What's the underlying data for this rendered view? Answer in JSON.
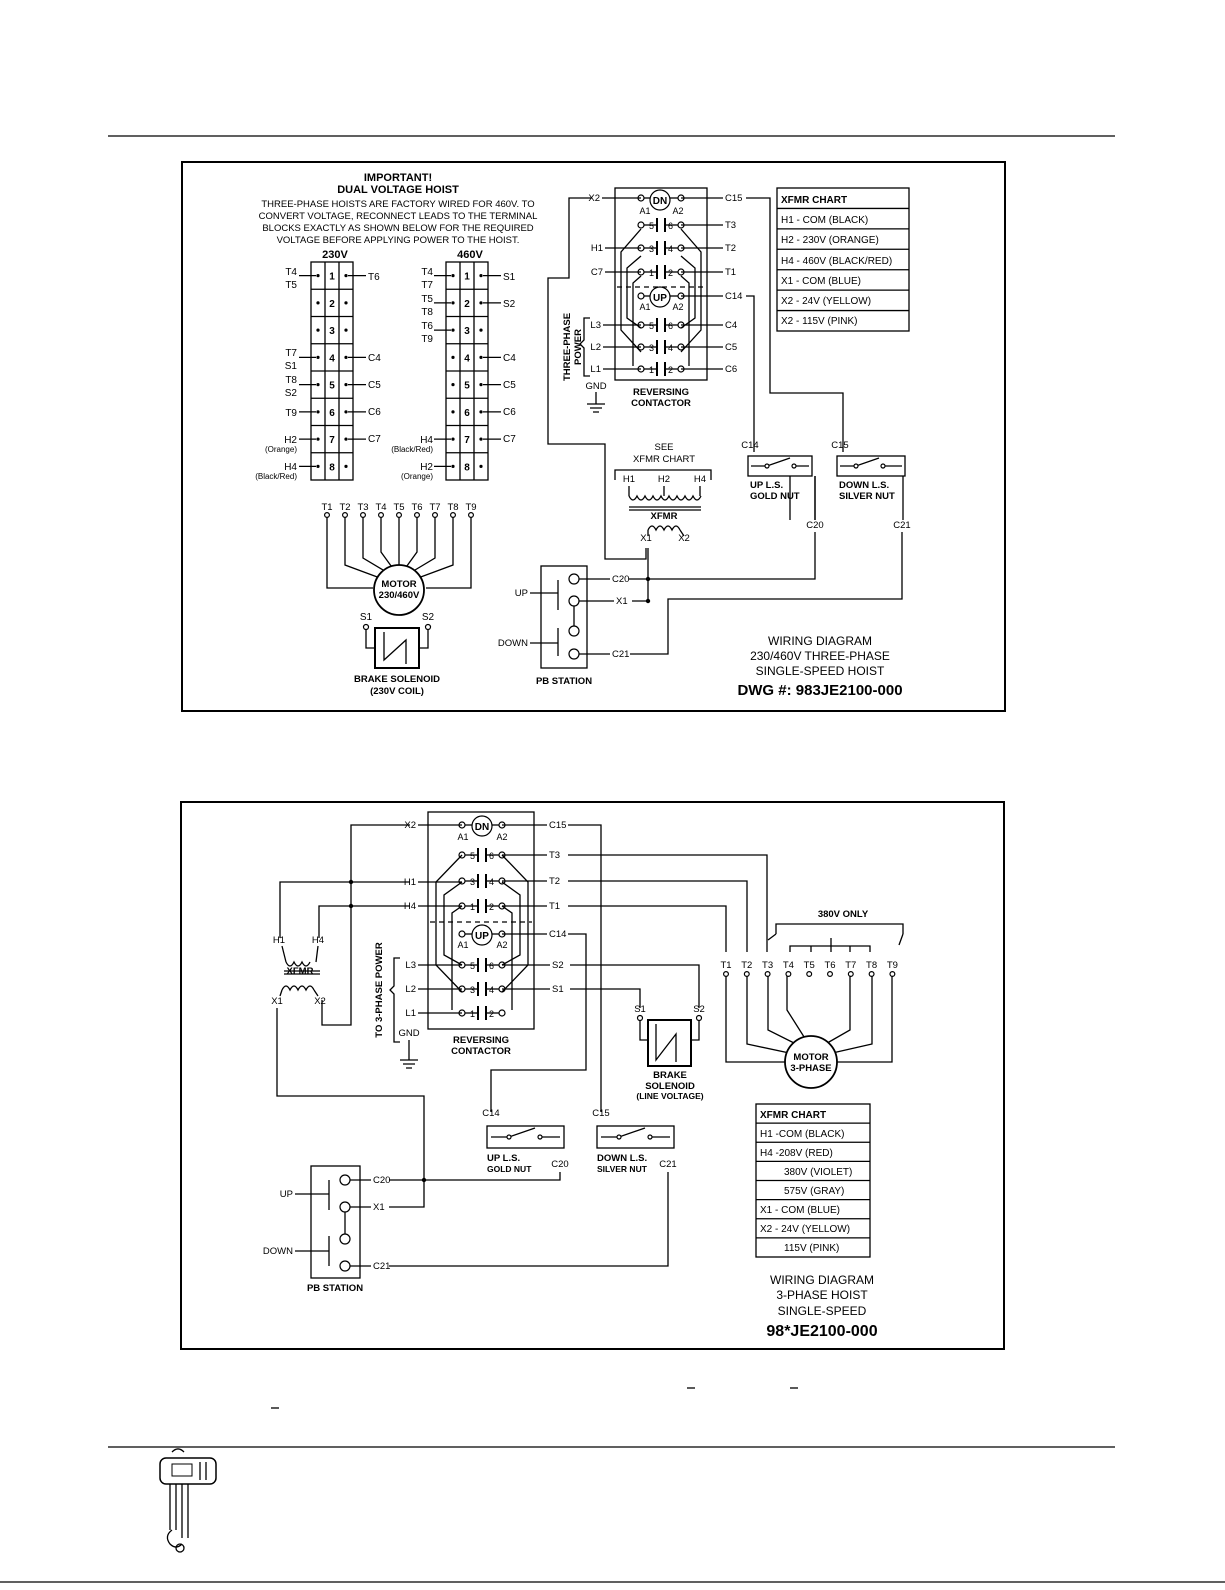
{
  "diagram1": {
    "important_title": "IMPORTANT!",
    "important_subtitle": "DUAL VOLTAGE HOIST",
    "note_lines": [
      "THREE-PHASE HOISTS ARE FACTORY WIRED FOR 460V. TO",
      "CONVERT VOLTAGE, RECONNECT LEADS TO THE TERMINAL",
      "BLOCKS EXACTLY AS SHOWN BELOW FOR THE REQUIRED",
      "VOLTAGE BEFORE APPLYING POWER TO THE  HOIST."
    ],
    "block_230_label": "230V",
    "block_460_label": "460V",
    "terminal_numbers": [
      "1",
      "2",
      "3",
      "4",
      "5",
      "6",
      "7",
      "8"
    ],
    "block_230_left": [
      {
        "row": 1,
        "leads": [
          "T4",
          "T5"
        ]
      },
      {
        "row": 4,
        "leads": [
          "T7",
          "S1"
        ]
      },
      {
        "row": 5,
        "leads": [
          "T8",
          "S2"
        ]
      },
      {
        "row": 6,
        "leads": [
          "T9"
        ]
      },
      {
        "row": 7,
        "leads": [
          "H2",
          "(Orange)"
        ]
      },
      {
        "row": 8,
        "leads": [
          "H4",
          "(Black/Red)"
        ]
      }
    ],
    "block_230_right": [
      {
        "row": 1,
        "lead": "T6"
      },
      {
        "row": 4,
        "lead": "C4"
      },
      {
        "row": 5,
        "lead": "C5"
      },
      {
        "row": 6,
        "lead": "C6"
      },
      {
        "row": 7,
        "lead": "C7"
      }
    ],
    "block_460_left": [
      {
        "row": 1,
        "leads": [
          "T4",
          "T7"
        ]
      },
      {
        "row": 2,
        "leads": [
          "T5",
          "T8"
        ]
      },
      {
        "row": 3,
        "leads": [
          "T6",
          "T9"
        ]
      },
      {
        "row": 7,
        "leads": [
          "H4",
          "(Black/Red)"
        ]
      },
      {
        "row": 8,
        "leads": [
          "H2",
          "(Orange)"
        ]
      }
    ],
    "block_460_right": [
      {
        "row": 1,
        "lead": "S1"
      },
      {
        "row": 2,
        "lead": "S2"
      },
      {
        "row": 4,
        "lead": "C4"
      },
      {
        "row": 5,
        "lead": "C5"
      },
      {
        "row": 6,
        "lead": "C6"
      },
      {
        "row": 7,
        "lead": "C7"
      }
    ],
    "motor_leads": [
      "T1",
      "T2",
      "T3",
      "T4",
      "T5",
      "T6",
      "T7",
      "T8",
      "T9"
    ],
    "motor_label": [
      "MOTOR",
      "230/460V"
    ],
    "brake_s1": "S1",
    "brake_s2": "S2",
    "brake_label": [
      "BRAKE SOLENOID",
      "(230V COIL)"
    ],
    "contactor_labels": {
      "x2": "X2",
      "c15": "C15",
      "dn": "DN",
      "a1": "A1",
      "a2": "A2",
      "t3": "T3",
      "t2": "T2",
      "t1": "T1",
      "h1": "H1",
      "c7": "C7",
      "up": "UP",
      "c14": "C14",
      "l3": "L3",
      "l2": "L2",
      "l1": "L1",
      "c4": "C4",
      "c5": "C5",
      "c6": "C6",
      "gnd": "GND",
      "n1": "1",
      "n2": "2",
      "n3": "3",
      "n4": "4",
      "n5": "5",
      "n6": "6"
    },
    "power_label": [
      "THREE-PHASE",
      "POWER"
    ],
    "contactor_label": [
      "REVERSING",
      "CONTACTOR"
    ],
    "xfmr_chart_title": "XFMR CHART",
    "xfmr_chart_rows": [
      "H1 - COM (BLACK)",
      "H2 - 230V (ORANGE)",
      "H4 - 460V (BLACK/RED)",
      "X1 - COM (BLUE)",
      "X2 - 24V (YELLOW)",
      "X2 - 115V (PINK)"
    ],
    "see_chart": [
      "SEE",
      "XFMR CHART"
    ],
    "xfmr_taps": [
      "H1",
      "H2",
      "H4"
    ],
    "xfmr_label": "XFMR",
    "xfmr_x1": "X1",
    "xfmr_x2": "X2",
    "limit_c14": "C14",
    "limit_c15": "C15",
    "up_ls": [
      "UP L.S.",
      "GOLD NUT"
    ],
    "down_ls": [
      "DOWN L.S.",
      "SILVER NUT"
    ],
    "ls_c20": "C20",
    "ls_c21": "C21",
    "pb_up": "UP",
    "pb_down": "DOWN",
    "pb_c20": "C20",
    "pb_x1": "X1",
    "pb_c21": "C21",
    "pb_label": "PB STATION",
    "title_lines": [
      "WIRING DIAGRAM",
      "230/460V THREE-PHASE",
      "SINGLE-SPEED HOIST"
    ],
    "dwg_number": "DWG #: 983JE2100-000"
  },
  "diagram2": {
    "contactor_labels": {
      "x2": "X2",
      "h1": "H1",
      "h4": "H4",
      "c15": "C15",
      "t3": "T3",
      "t2": "T2",
      "t1": "T1",
      "c14": "C14",
      "s2": "S2",
      "s1": "S1",
      "l3": "L3",
      "l2": "L2",
      "l1": "L1",
      "gnd": "GND",
      "dn": "DN",
      "up": "UP",
      "a1": "A1",
      "a2": "A2",
      "n1": "1",
      "n2": "2",
      "n3": "3",
      "n4": "4",
      "n5": "5",
      "n6": "6"
    },
    "power_label": "TO 3-PHASE POWER",
    "contactor_label": [
      "REVERSING",
      "CONTACTOR"
    ],
    "xfmr_h1": "H1",
    "xfmr_h4": "H4",
    "xfmr_label": "XFMR",
    "xfmr_x1": "X1",
    "xfmr_x2": "X2",
    "brake_s1": "S1",
    "brake_s2": "S2",
    "brake_label": [
      "BRAKE",
      "SOLENOID",
      "(LINE VOLTAGE)"
    ],
    "only_380": "380V ONLY",
    "motor_leads": [
      "T1",
      "T2",
      "T3",
      "T4",
      "T5",
      "T6",
      "T7",
      "T8",
      "T9"
    ],
    "motor_label": [
      "MOTOR",
      "3-PHASE"
    ],
    "limit_c14": "C14",
    "limit_c15": "C15",
    "up_ls": [
      "UP L.S.",
      "GOLD NUT"
    ],
    "down_ls": [
      "DOWN L.S.",
      "SILVER NUT"
    ],
    "ls_c20": "C20",
    "ls_c21": "C21",
    "pb_up": "UP",
    "pb_down": "DOWN",
    "pb_c20": "C20",
    "pb_x1": "X1",
    "pb_c21": "C21",
    "pb_label": "PB STATION",
    "xfmr_chart_title": "XFMR CHART",
    "xfmr_chart_rows": [
      "H1 -COM (BLACK)",
      "H4 -208V (RED)",
      "380V (VIOLET)",
      "575V (GRAY)",
      "X1 - COM (BLUE)",
      "X2 - 24V (YELLOW)",
      "115V (PINK)"
    ],
    "title_lines": [
      "WIRING DIAGRAM",
      "3-PHASE HOIST",
      "SINGLE-SPEED"
    ],
    "dwg_number": "98*JE2100-000"
  }
}
